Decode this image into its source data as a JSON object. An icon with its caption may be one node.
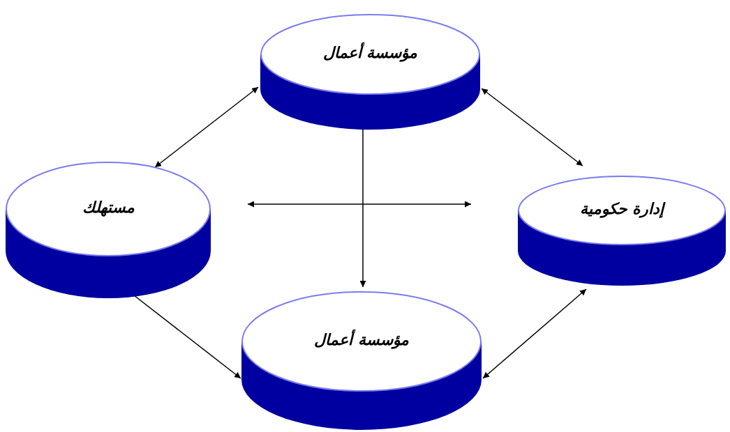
{
  "diagram": {
    "nodes": [
      {
        "text": [
          "مؤسسة أعمال"
        ]
      },
      {
        "text": [
          "مستهلك"
        ]
      },
      {
        "text": [
          "إدارة حكومية"
        ]
      },
      {
        "text": [
          "مؤسسة أعمال"
        ]
      }
    ],
    "edges": [
      {
        "from": 0,
        "to": 1,
        "arrow": "both"
      },
      {
        "from": 0,
        "to": 2,
        "arrow": "both"
      },
      {
        "from": 0,
        "to": 3,
        "arrow": "both"
      },
      {
        "from": 1,
        "to": 2,
        "arrow": "both"
      },
      {
        "from": 1,
        "to": 3,
        "arrow": "both"
      },
      {
        "from": 2,
        "to": 3,
        "arrow": "both"
      }
    ]
  }
}
